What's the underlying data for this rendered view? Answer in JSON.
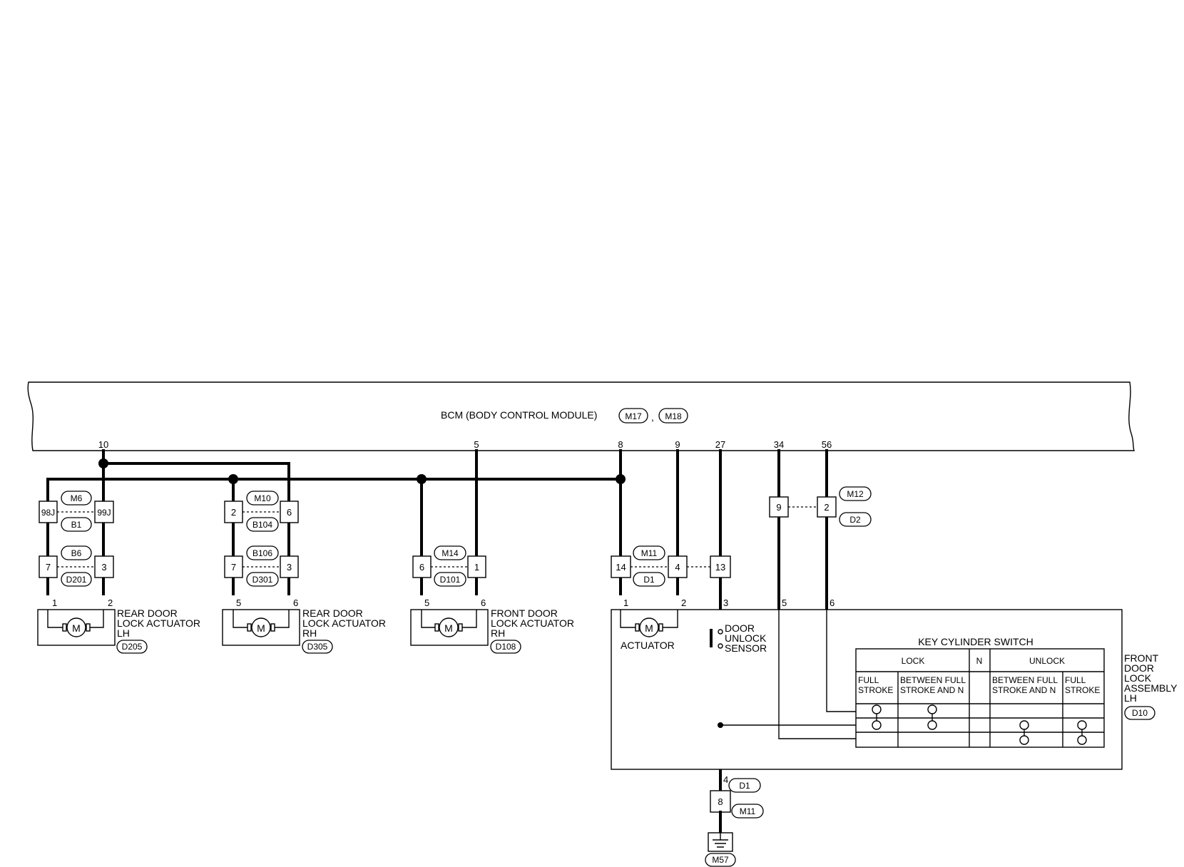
{
  "bcm": {
    "title": "BCM (BODY CONTROL MODULE)",
    "connectors": [
      "M17",
      "M18"
    ],
    "separator": ",",
    "terminals": [
      "10",
      "5",
      "8",
      "9",
      "27",
      "34",
      "56"
    ]
  },
  "connectors": {
    "rear_lh_upper": {
      "top": "M6",
      "bottom": "B1",
      "left_pin": "98J",
      "right_pin": "99J"
    },
    "rear_lh_lower": {
      "top": "B6",
      "bottom": "D201",
      "left_pin": "7",
      "right_pin": "3"
    },
    "rear_rh_upper": {
      "top": "M10",
      "bottom": "B104",
      "left_pin": "2",
      "right_pin": "6"
    },
    "rear_rh_lower": {
      "top": "B106",
      "bottom": "D301",
      "left_pin": "7",
      "right_pin": "3"
    },
    "front_rh": {
      "top": "M14",
      "bottom": "D101",
      "left_pin": "6",
      "right_pin": "1"
    },
    "front_lh": {
      "top": "M11",
      "bottom": "D1",
      "pins": [
        "14",
        "4",
        "13"
      ]
    },
    "key_switch_harness": {
      "top": "M12",
      "bottom": "D2",
      "pins": [
        "9",
        "2"
      ]
    },
    "ground_harness": {
      "top": "D1",
      "bottom": "M11",
      "pin": "8",
      "wire_pin": "4",
      "ground": "M57"
    }
  },
  "actuators": {
    "rear_lh": {
      "pins": [
        "1",
        "2"
      ],
      "label": [
        "REAR DOOR",
        "LOCK ACTUATOR",
        "LH"
      ],
      "connector": "D205"
    },
    "rear_rh": {
      "pins": [
        "5",
        "6"
      ],
      "label": [
        "REAR DOOR",
        "LOCK ACTUATOR",
        "RH"
      ],
      "connector": "D305"
    },
    "front_rh": {
      "pins": [
        "5",
        "6"
      ],
      "label": [
        "FRONT DOOR",
        "LOCK ACTUATOR",
        "RH"
      ],
      "connector": "D108"
    }
  },
  "motor_symbol": "M",
  "front_door_assembly": {
    "pins": [
      "1",
      "2",
      "3",
      "5",
      "6"
    ],
    "actuator_label": "ACTUATOR",
    "sensor_label": [
      "DOOR",
      "UNLOCK",
      "SENSOR"
    ],
    "assembly_label": [
      "FRONT",
      "DOOR",
      "LOCK",
      "ASSEMBLY",
      "LH"
    ],
    "connector": "D10"
  },
  "key_cylinder_switch": {
    "title": "KEY CYLINDER SWITCH",
    "groups": [
      "LOCK",
      "N",
      "UNLOCK"
    ],
    "columns": [
      [
        "FULL",
        "STROKE"
      ],
      [
        "BETWEEN FULL",
        "STROKE AND N"
      ],
      [
        "BETWEEN FULL",
        "STROKE AND N"
      ],
      [
        "FULL",
        "STROKE"
      ]
    ]
  }
}
